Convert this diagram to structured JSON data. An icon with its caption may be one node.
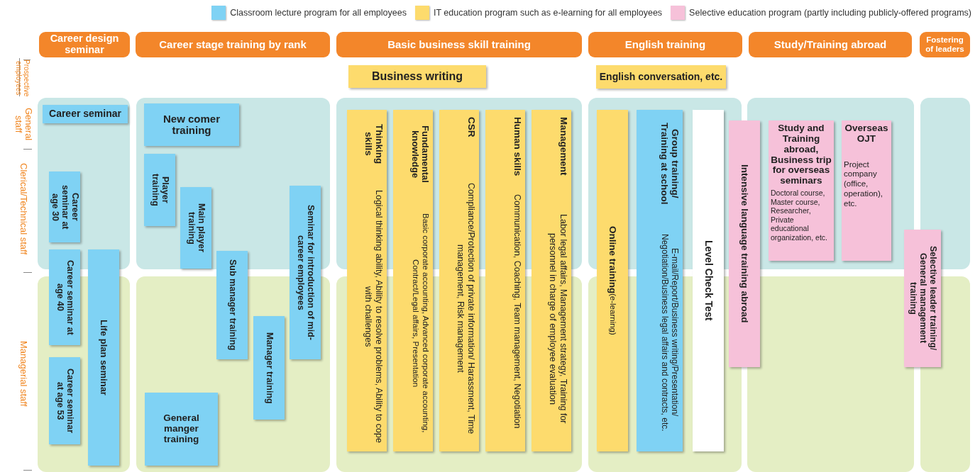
{
  "diagram": {
    "nodes": [
      {
        "text": [
          "Career design seminar"
        ]
      },
      {
        "text": [
          "Career stage training by rank"
        ]
      },
      {
        "text": [
          "Basic business skill training"
        ]
      },
      {
        "text": [
          "English training"
        ]
      },
      {
        "text": [
          "Study/Training abroad"
        ]
      },
      {
        "text": [
          "Fostering of leaders"
        ]
      },
      {
        "text": [
          "Business writing"
        ]
      },
      {
        "text": [
          "English conversation, etc."
        ]
      },
      {
        "text": [
          "Career seminar"
        ]
      },
      {
        "text": [
          "New comer training"
        ]
      },
      {
        "text": [
          "Player training"
        ]
      },
      {
        "text": [
          "Thinking skills",
          "Logical thinking ability, Ability to resolve problems, Ability to cope with challenges"
        ]
      },
      {
        "text": [
          "Fundamental knowledge",
          "Basic corporate accounting, Advanced corporate accounting, Contract/Legal affairs, Presentation"
        ]
      },
      {
        "text": [
          "CSR",
          "Compliance/Protection of private information/ Harassment, Time management, Risk management"
        ]
      },
      {
        "text": [
          "Human skills",
          "Communication, Coaching, Team management, Negotiation"
        ]
      },
      {
        "text": [
          "Management",
          "Labor legal affairs, Management strategy, Training for personnel in charge of employee evaluation"
        ]
      },
      {
        "text": [
          "Online training",
          "(e-learning)"
        ]
      },
      {
        "text": [
          "Group training/ Training at school",
          "E-mail/Report/Business writing/Presentation/ Negotiation/Business legal affairs and contracts, etc."
        ]
      },
      {
        "text": [
          "Level Check Test"
        ]
      },
      {
        "text": [
          "Intensive language training abroad"
        ]
      },
      {
        "text": [
          "Study and Training abroad, Business trip for overseas seminars",
          "Doctoral course, Master course, Researcher, Private educational organization, etc."
        ]
      },
      {
        "text": [
          "Overseas OJT",
          "Project company (office, operation), etc."
        ]
      },
      {
        "text": [
          "Career seminar at age 30"
        ]
      },
      {
        "text": [
          "Main player training"
        ]
      },
      {
        "text": [
          "Seminar for introduction of mid-career employees"
        ]
      },
      {
        "text": [
          "Selective leader training/ General management training"
        ]
      },
      {
        "text": [
          "Career seminar at age 40"
        ]
      },
      {
        "text": [
          "Life plan seminar"
        ]
      },
      {
        "text": [
          "Sub manager training"
        ]
      },
      {
        "text": [
          "Manager training"
        ]
      },
      {
        "text": [
          "Career seminar at age 53"
        ]
      },
      {
        "text": [
          "General manger training"
        ]
      }
    ],
    "labels": [
      "Prospective employees",
      "General staff",
      "Clerical/Technical staff",
      "Managerial staff"
    ],
    "legend": [
      {
        "text": "Classroom lecture program for all employees",
        "color": "#7fd2f4"
      },
      {
        "text": "IT education program such as e-learning for all employees",
        "color": "#fddb6d"
      },
      {
        "text": "Selective education program (partly including publicly-offered programs)",
        "color": "#f6c1d9"
      }
    ]
  }
}
